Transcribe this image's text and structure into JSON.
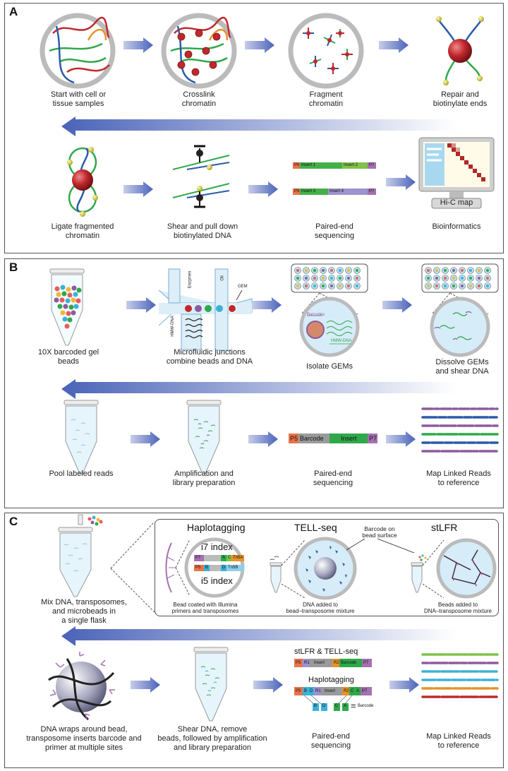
{
  "panels": {
    "a": {
      "label": "A",
      "steps": [
        "Start with cell or tissue samples",
        "Crosslink chromatin",
        "Fragment chromatin",
        "Repair and biotinylate ends",
        "Ligate fragmented chromatin",
        "Shear and pull down biotinylated DNA",
        "Paired-end sequencing",
        "Bioinformatics"
      ],
      "step_lines": [
        [
          "Start with cell or",
          "tissue samples"
        ],
        [
          "Crosslink",
          "chromatin"
        ],
        [
          "Fragment",
          "chromatin"
        ],
        [
          "Repair and",
          "biotinylate ends"
        ],
        [
          "Ligate fragmented",
          "chromatin"
        ],
        [
          "Shear and pull down",
          "biotinylated DNA"
        ],
        [
          "Paired-end",
          "sequencing"
        ],
        [
          "Bioinformatics"
        ]
      ],
      "read1": {
        "p5": "P5",
        "insert1": "Insert 1",
        "insert2": "Insert 2",
        "p7": "P7"
      },
      "read2": {
        "p5": "P5",
        "insert3": "Insert 3",
        "insert4": "Insert 4",
        "p7": "P7"
      },
      "monitor_label": "Hi-C map"
    },
    "b": {
      "label": "B",
      "step_lines": [
        [
          "10X barcoded gel",
          "beads"
        ],
        [
          "Microfluidic junctions",
          "combine beads and DNA"
        ],
        [
          "Isolate GEMs"
        ],
        [
          "Dissolve GEMs",
          "and shear DNA"
        ],
        [
          "Pool labeled reads"
        ],
        [
          "Amplification and",
          "library preparation"
        ],
        [
          "Paired-end",
          "sequencing"
        ],
        [
          "Map Linked Reads",
          "to reference"
        ]
      ],
      "chip": {
        "enzymes": "Enzymes",
        "oil": "Oil",
        "hmw": "HMW-DNA",
        "gem": "GEM"
      },
      "gem_zoom": {
        "barcodes": "Barcodes",
        "hmw": "HMW-DNA"
      },
      "read": {
        "p5": "P5",
        "barcode": "Barcode",
        "insert": "Insert",
        "p7": "P7"
      }
    },
    "c": {
      "label": "C",
      "step_lines": [
        [
          "Mix DNA, transposomes,",
          "and microbeads in",
          "a single flask"
        ],
        [
          "DNA wraps around bead,",
          "transposome inserts barcode and",
          "primer at multiple sites"
        ],
        [
          "Shear DNA, remove",
          "beads, followed by amplification",
          "and library preparation"
        ],
        [
          "Paired-end",
          "sequencing"
        ],
        [
          "Map Linked Reads",
          "to reference"
        ]
      ],
      "methods": {
        "haplotagging": {
          "title": "Haplotagging",
          "i7": "i7 index",
          "i5": "i5 index",
          "caption_lines": [
            "Bead coated with Illumina",
            "primers and transposomes"
          ],
          "row1": [
            "P7",
            "A",
            "C",
            "Tn5A"
          ],
          "row2": [
            "P5",
            "B",
            "D",
            "Tn5B"
          ]
        },
        "tell_seq": {
          "title": "TELL-seq",
          "caption_lines": [
            "DNA added to",
            "bead–transposome mixture"
          ]
        },
        "stlfr": {
          "title": "stLFR",
          "caption_lines": [
            "Beads added to",
            "DNA–transposome mixture"
          ]
        },
        "barcode_note_lines": [
          "Barcode on",
          "bead surface"
        ]
      },
      "reads": {
        "header1": "stLFR & TELL-seq",
        "row1": [
          "P5",
          "R1",
          "Insert",
          "R2",
          "Barcode",
          "P7"
        ],
        "header2": "Haplotagging",
        "row2": [
          "P5",
          "B",
          "D",
          "R1",
          "Insert",
          "R2",
          "C",
          "A",
          "P7"
        ],
        "legend": [
          "B",
          "D",
          "C",
          "A"
        ],
        "legend_equals": "=",
        "legend_label": "Barcode"
      }
    }
  },
  "colors": {
    "arrow": "#4a63b8",
    "p5": "#e8744a",
    "p7": "#a472b0",
    "green": "#2fa84a",
    "gray": "#888888",
    "red": "#c0282d",
    "blue": "#2b5aa8",
    "yellow": "#d9d24a",
    "purple": "#8e5a9e"
  }
}
